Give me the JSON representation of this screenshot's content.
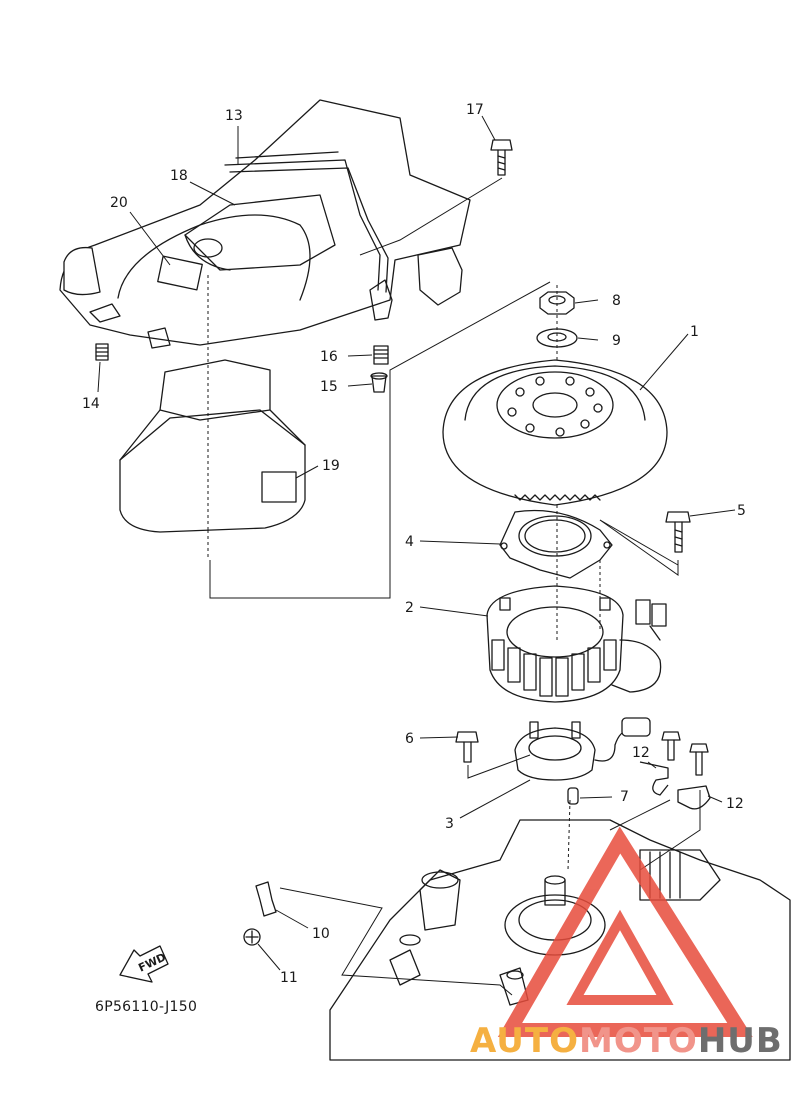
{
  "callouts": {
    "c1": "1",
    "c2": "2",
    "c3": "3",
    "c4": "4",
    "c5": "5",
    "c6": "6",
    "c7": "7",
    "c8": "8",
    "c9": "9",
    "c10": "10",
    "c11": "11",
    "c12a": "12",
    "c12b": "12",
    "c13": "13",
    "c14": "14",
    "c15": "15",
    "c16": "16",
    "c17": "17",
    "c18": "18",
    "c19": "19",
    "c20": "20"
  },
  "diagram_code": "6P56110-J150",
  "fwd_label": "FWD",
  "watermark": {
    "part1": "AUTO",
    "part2": "MOTO",
    "part3": "HUB",
    "color_auto": "#f5b041",
    "color_moto": "#f1948a",
    "color_hub": "#6e6e6e",
    "triangle_color": "#e74c3c"
  }
}
